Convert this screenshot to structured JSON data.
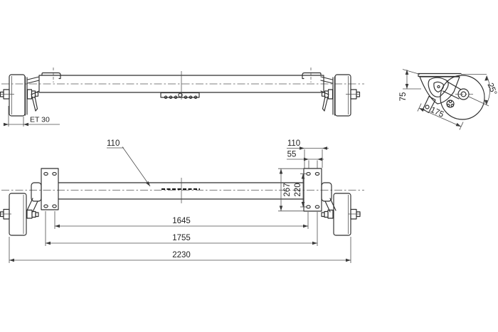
{
  "colors": {
    "background": "#ffffff",
    "object_line": "#2e2e2e",
    "dimension_line": "#4d4d4d",
    "text": "#1f1f1f"
  },
  "side_view": {
    "offset_dim": "ET 30"
  },
  "front_view": {
    "tube_leader_dim": "110",
    "bracket_width_dim": "110",
    "bracket_hole_spacing_dim": "55",
    "bracket_height_dim": "267",
    "bracket_hole_pitch_dim": "220",
    "spring_center_dim": "1645",
    "bracket_center_dim": "1755",
    "overall_length_dim": "2230"
  },
  "section_view": {
    "mount_height_dim": "75",
    "arm_length_dim": "175",
    "arm_angle_dim": "25°"
  }
}
